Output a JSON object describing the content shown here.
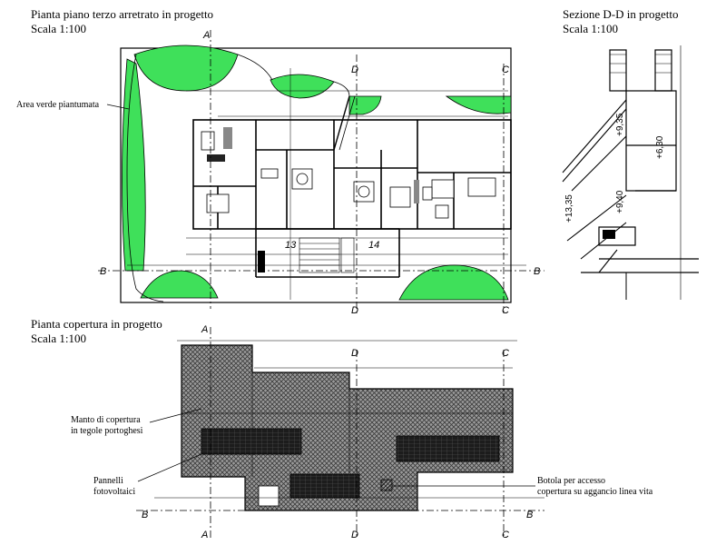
{
  "plan": {
    "title": "Pianta piano terzo arretrato in progetto",
    "scale": "Scala 1:100",
    "green_label": "Area verde piantumata",
    "unit_13": "13",
    "unit_14": "14",
    "section_letters": {
      "a": "A",
      "b": "B",
      "c": "C",
      "d": "D"
    }
  },
  "section": {
    "title": "Sezione D-D in progetto",
    "scale": "Scala 1:100",
    "levels": [
      "+9,35",
      "+6,30",
      "+13,35",
      "+9,40"
    ]
  },
  "roof": {
    "title": "Pianta copertura in progetto",
    "scale": "Scala 1:100",
    "label_roof_line1": "Manto di copertura",
    "label_roof_line2": "in tegole portoghesi",
    "label_pv_line1": "Pannelli",
    "label_pv_line2": "fotovoltaici",
    "label_hatch_line1": "Botola per accesso",
    "label_hatch_line2": "copertura su aggancio linea vita"
  },
  "colors": {
    "green": "#3fe05a",
    "roof": "#8a8a8a",
    "pv": "#1c1c1c",
    "line": "#000000"
  }
}
